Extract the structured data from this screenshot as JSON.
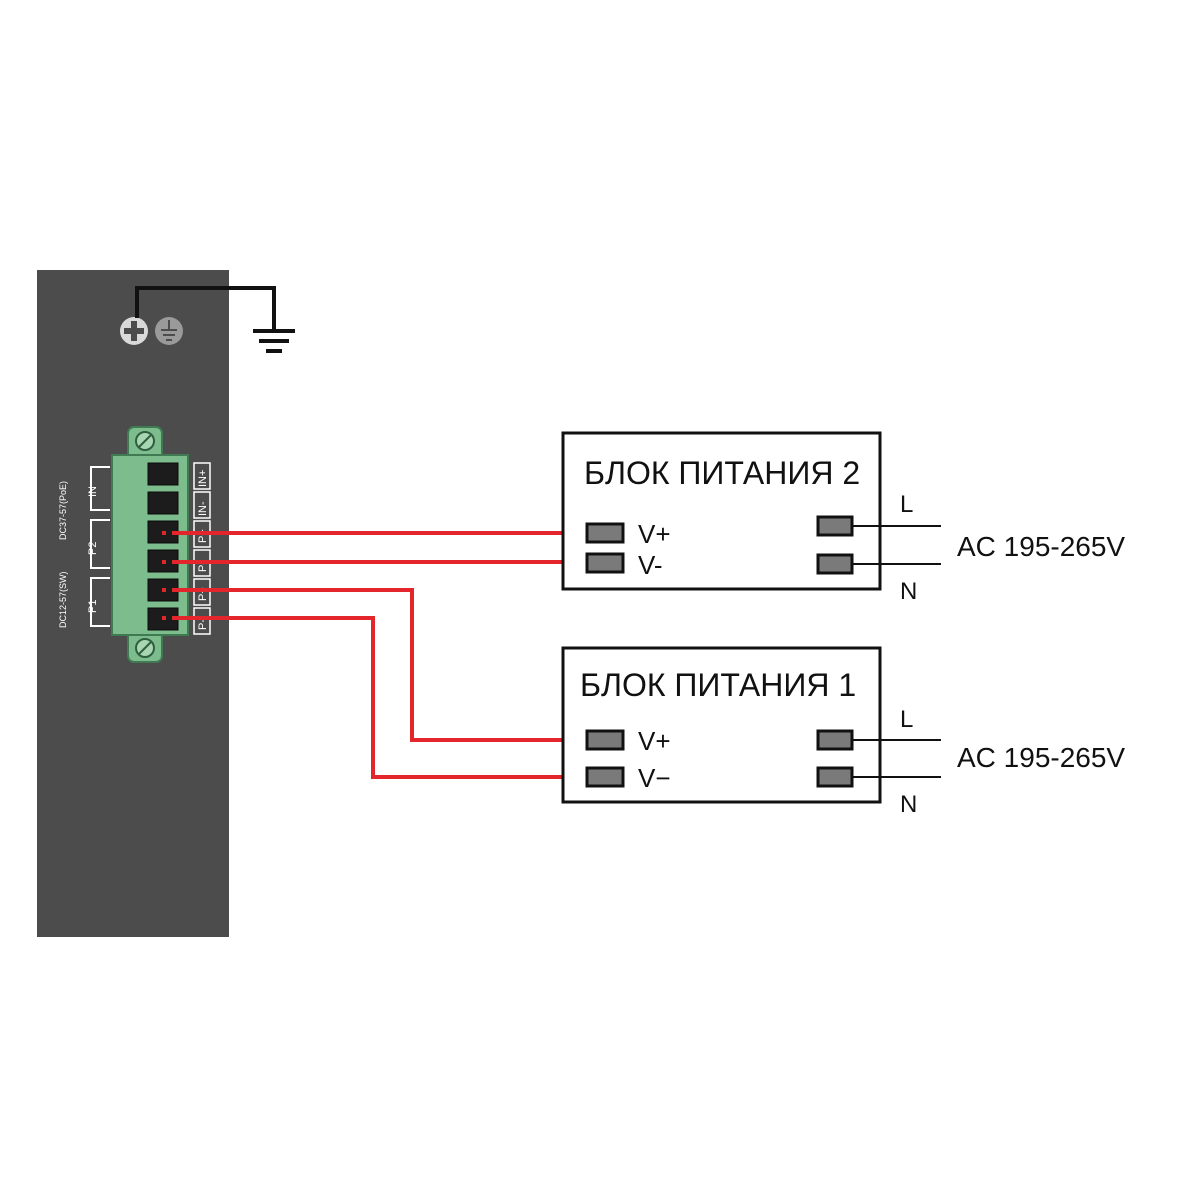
{
  "device": {
    "voltage_labels": [
      "DC12-57(SW)",
      "DC37-57(PoE)"
    ],
    "group_labels": [
      "IN",
      "P2",
      "P1"
    ],
    "terminal_labels": [
      "IN+",
      "IN-",
      "P+",
      "P-",
      "P+",
      "P-"
    ]
  },
  "psu_2": {
    "title": "БЛОК ПИТАНИЯ 2",
    "v_plus": "V+",
    "v_minus": "V-",
    "line": "L",
    "neutral": "N",
    "ac_range": "AC 195-265V"
  },
  "psu_1": {
    "title": "БЛОК ПИТАНИЯ 1",
    "v_plus": "V+",
    "v_minus": "V−",
    "line": "L",
    "neutral": "N",
    "ac_range": "AC 195-265V"
  },
  "colors": {
    "panel": "#4d4c4d",
    "wire": "#e3262b",
    "terminal_block": "#7dbd8d",
    "pad": "#7a7a7a"
  }
}
